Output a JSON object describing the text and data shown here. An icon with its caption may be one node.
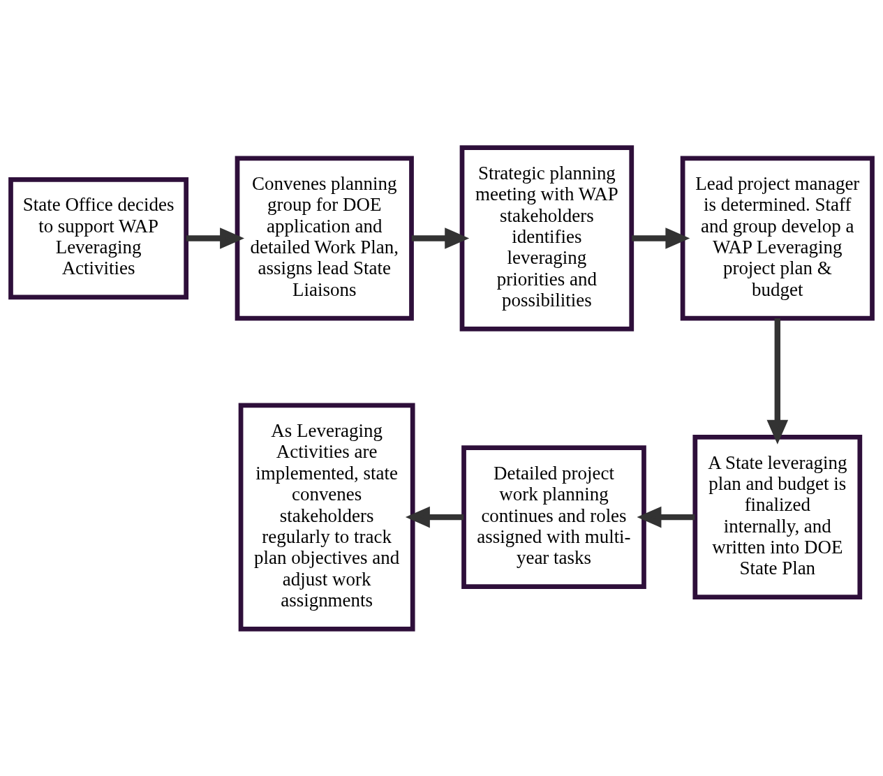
{
  "diagram": {
    "nodes": [
      {
        "text": [
          "State Office decides to support WAP Leveraging Activities"
        ]
      },
      {
        "text": [
          "Convenes planning group for DOE application and detailed Work Plan, assigns lead State Liaisons"
        ]
      },
      {
        "text": [
          "Strategic planning meeting with WAP stakeholders identifies leveraging priorities and possibilities"
        ]
      },
      {
        "text": [
          "Lead project manager is determined. Staff and group develop a WAP Leveraging project plan & budget"
        ]
      },
      {
        "text": [
          "A State leveraging plan and budget is finalized internally, and written into DOE State Plan"
        ]
      },
      {
        "text": [
          "Detailed project work planning continues and roles assigned with multi-year tasks"
        ]
      },
      {
        "text": [
          "As Leveraging Activities are implemented, state convenes stakeholders regularly to track plan objectives and adjust work assignments"
        ]
      }
    ],
    "edges": [
      {
        "from": 0,
        "to": 1,
        "arrow": "to"
      },
      {
        "from": 1,
        "to": 2,
        "arrow": "to"
      },
      {
        "from": 2,
        "to": 3,
        "arrow": "to"
      },
      {
        "from": 3,
        "to": 4,
        "arrow": "to"
      },
      {
        "from": 4,
        "to": 5,
        "arrow": "to"
      },
      {
        "from": 5,
        "to": 6,
        "arrow": "to"
      }
    ]
  }
}
